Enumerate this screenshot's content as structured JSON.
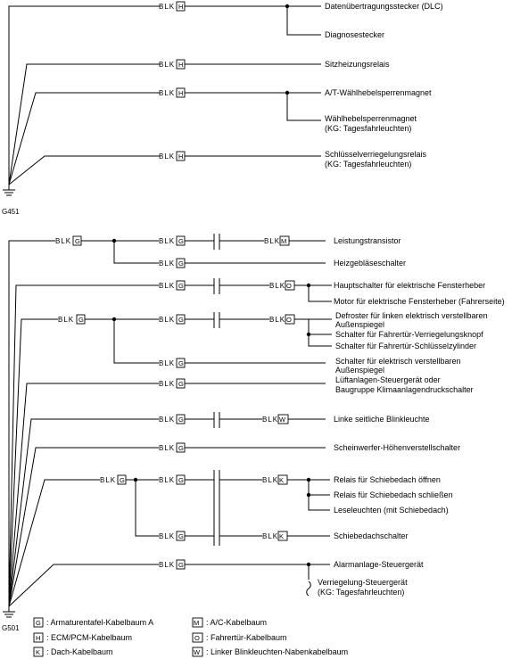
{
  "top_section": {
    "ground": "G451",
    "wire_color": "BLK",
    "harness_code": "H",
    "components": [
      "Datenübertragungsstecker (DLC)",
      "Diagnosestecker",
      "Sitzheizungsrelais",
      "A/T-Wählhebelsperrenmagnet",
      "Wählhebelsperrenmagnet",
      "(KG: Tagesfahrleuchten)",
      "Schlüsselverriegelungsrelais",
      "(KG: Tagesfahrleuchten)"
    ]
  },
  "bottom_section": {
    "ground": "G501",
    "wire_color": "BLK",
    "components": [
      "Leistungstransistor",
      "Heizgebläseschalter",
      "Hauptschalter für elektrische Fensterheber",
      "Motor für elektrische Fensterheber (Fahrerseite)",
      "Defroster für linken elektrisch verstellbaren",
      "Außenspiegel",
      "Schalter für Fahrertür-Verriegelungsknopf",
      "Schalter für Fahrertür-Schlüsselzylinder",
      "Schalter für elektrisch verstellbaren",
      "Außenspiegel",
      "Lüftanlagen-Steuergerät oder",
      "Baugruppe Klimaanlagendruckschalter",
      "Linke seitliche Blinkleuchte",
      "Scheinwerfer-Höhenverstellschalter",
      "Relais für Schiebedach öffnen",
      "Relais für Schiebedach schließen",
      "Leseleuchten (mit Schiebedach)",
      "Schiebedachschalter",
      "Alarmanlage-Steuergerät",
      "Verriegelung-Steuergerät",
      "(KG: Tagesfahrleuchten)"
    ]
  },
  "legend": [
    {
      "code": "G",
      "text": ": Armaturentafel-Kabelbaum A"
    },
    {
      "code": "H",
      "text": ": ECM/PCM-Kabelbaum"
    },
    {
      "code": "K",
      "text": ": Dach-Kabelbaum"
    },
    {
      "code": "M",
      "text": ": A/C-Kabelbaum"
    },
    {
      "code": "O",
      "text": ": Fahrertür-Kabelbaum"
    },
    {
      "code": "W",
      "text": ": Linker Blinkleuchten-Nabenkabelbaum"
    }
  ]
}
